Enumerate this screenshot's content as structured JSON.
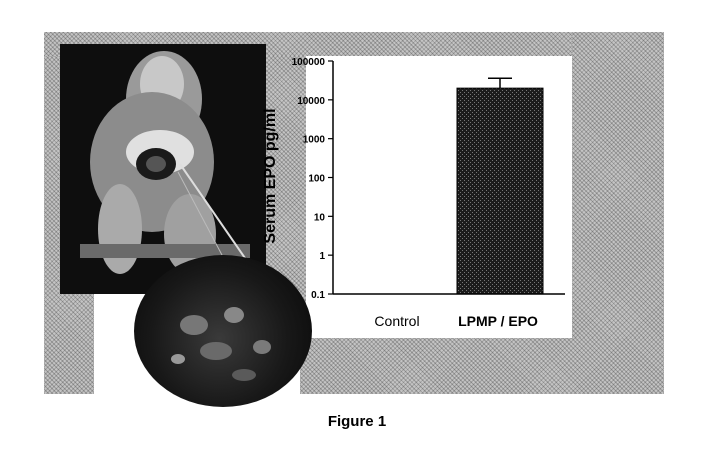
{
  "figure": {
    "caption": "Figure 1"
  },
  "chart_data": {
    "type": "bar",
    "categories": [
      "Control",
      "LPMP / EPO"
    ],
    "values": [
      0.1,
      20000
    ],
    "error_upper": [
      null,
      36000
    ],
    "ylabel": "Serum EPO  pg/ml",
    "yscale": "log",
    "ylim": [
      0.1,
      100000
    ],
    "yticks": [
      0.1,
      1,
      10,
      100,
      1000,
      10000,
      100000
    ],
    "yticklabels": [
      "0.1",
      "1",
      "10",
      "100",
      "1000",
      "10000",
      "100000"
    ],
    "bar_color": "#1c1c1c",
    "grid": false
  }
}
